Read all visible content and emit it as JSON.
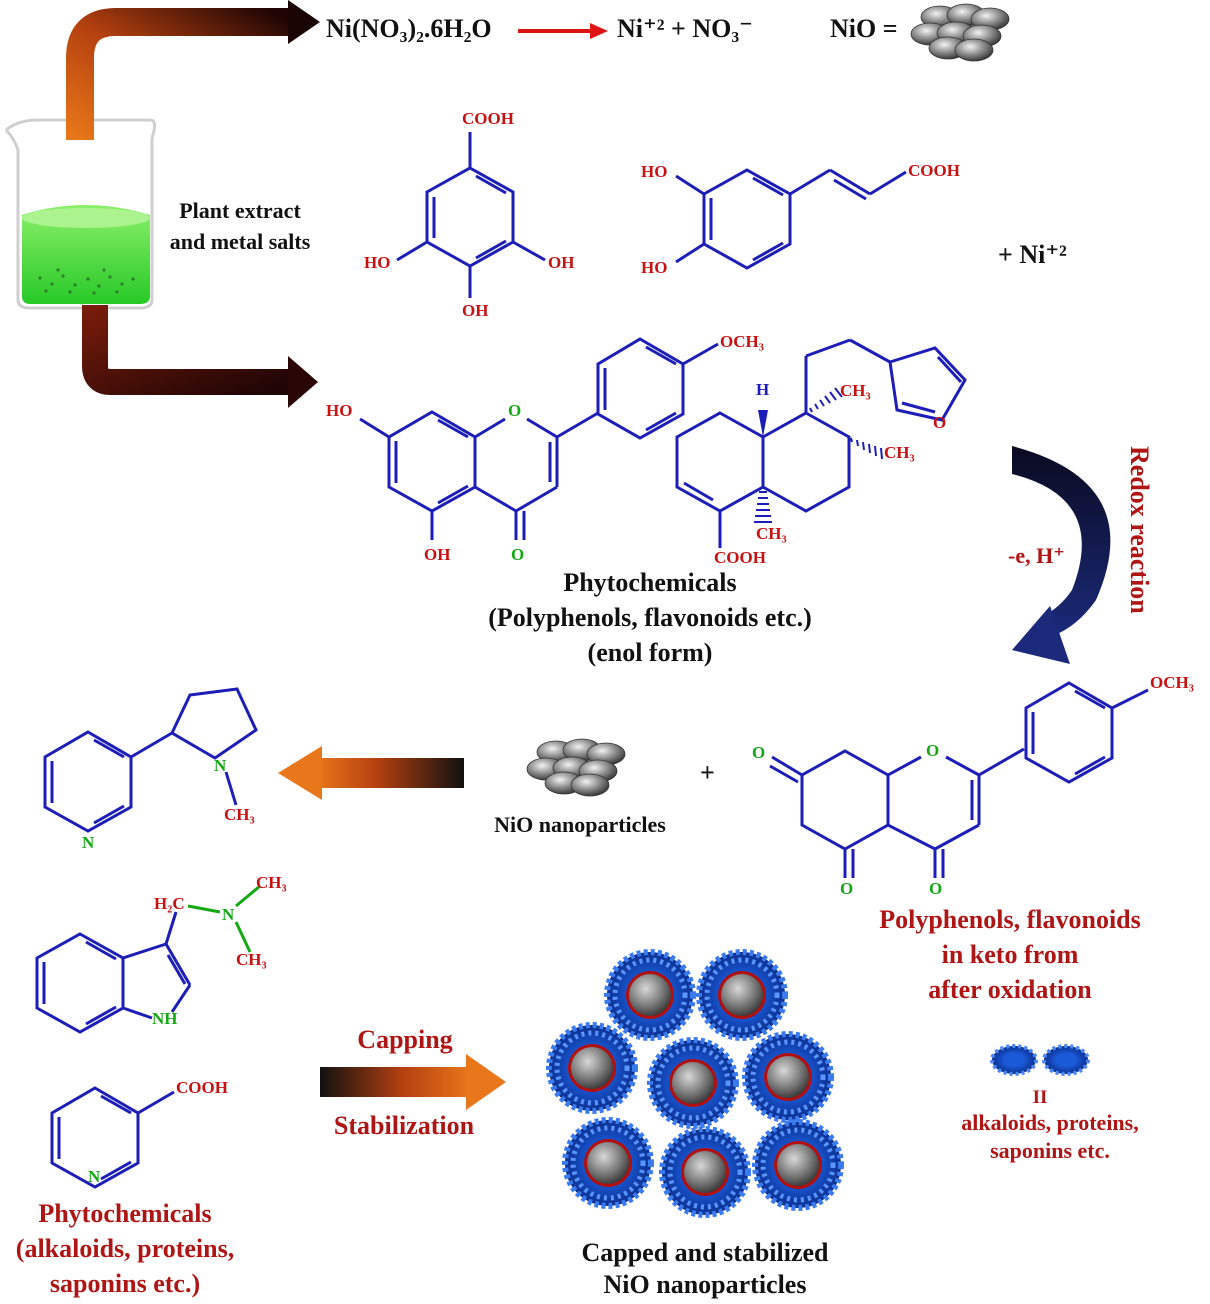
{
  "reaction": {
    "salt": "Ni(NO₃)₂.6H₂O",
    "ions": "Ni⁺² + NO₃⁻",
    "nio_legend": "NiO ="
  },
  "beaker_label": {
    "line1": "Plant extract",
    "line2": "and metal salts"
  },
  "plus_ni": "+  Ni⁺²",
  "redox": {
    "label": "Redox reaction",
    "step": "-e, H⁺"
  },
  "phyto_enol": {
    "line1": "Phytochemicals",
    "line2": "(Polyphenols, flavonoids etc.)",
    "line3": "(enol form)"
  },
  "nio_np": "NiO nanoparticles",
  "plus": "+",
  "keto": {
    "line1": "Polyphenols, flavonoids",
    "line2": "in keto from",
    "line3": "after oxidation"
  },
  "legend_caps": {
    "eq": "II",
    "line1": "alkaloids, proteins,",
    "line2": "saponins etc."
  },
  "capping": {
    "top": "Capping",
    "bottom": "Stabilization"
  },
  "capped": {
    "line1": "Capped and stabilized",
    "line2": "NiO nanoparticles"
  },
  "phyto_alk": {
    "line1": "Phytochemicals",
    "line2": "(alkaloids, proteins,",
    "line3": "saponins etc.)"
  },
  "atoms": {
    "cooh": "COOH",
    "oh": "OH",
    "ho": "HO",
    "o": "O",
    "h": "H",
    "n": "N",
    "nh": "NH",
    "och3": "OCH₃",
    "ch3": "CH₃",
    "h2c": "H₂C"
  },
  "colors": {
    "bond": "#1d1db8",
    "red_atom": "#c81212",
    "green_atom": "#14a814",
    "label_red": "#b01515",
    "arrow_orange": "#e8761a",
    "arrow_dark": "#3a0a05"
  }
}
